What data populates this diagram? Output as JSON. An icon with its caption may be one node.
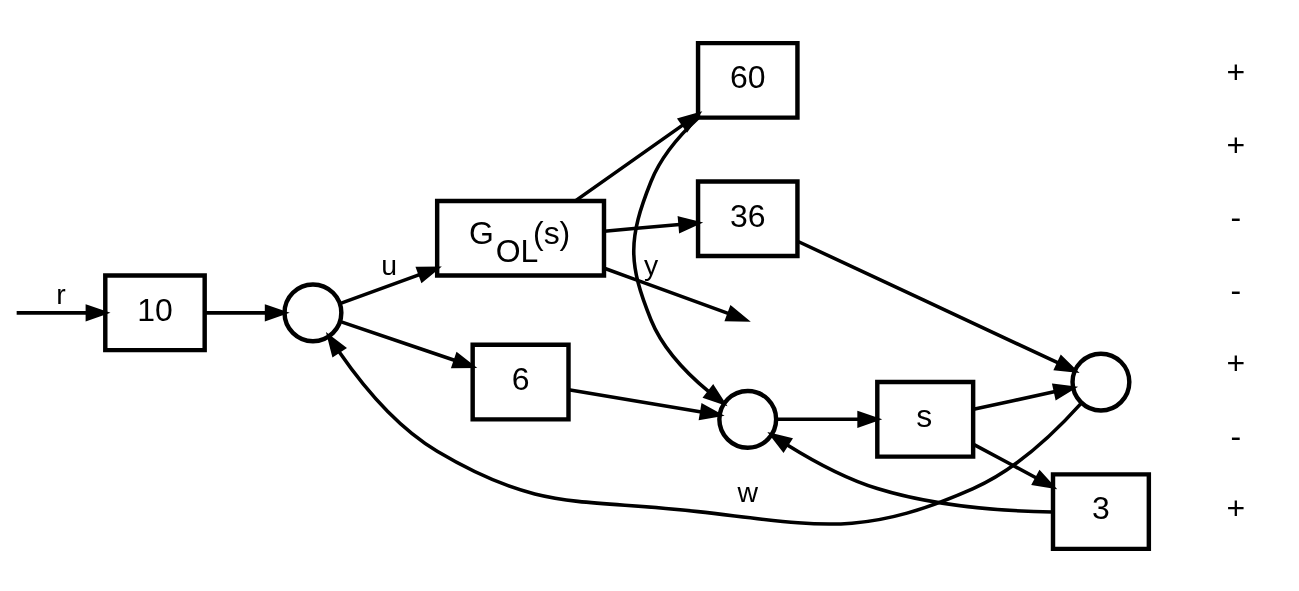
{
  "diagram": {
    "nodes": [
      {
        "text": [
          "10"
        ]
      },
      {
        "text": [],
        "shape": "circle"
      },
      {
        "text": [
          "G$_{OL}$(s)"
        ]
      },
      {
        "text": [
          "6"
        ]
      },
      {
        "text": [],
        "shape": "circle"
      },
      {
        "text": [
          "60"
        ]
      },
      {
        "text": [
          "s"
        ]
      },
      {
        "text": [
          "3"
        ]
      },
      {
        "text": [],
        "shape": "circle"
      },
      {
        "text": [
          "36"
        ]
      }
    ],
    "edges": [
      {
        "from": null,
        "to": 0,
        "arrow": "to",
        "label": "r"
      },
      {
        "from": 0,
        "to": 1,
        "arrow": "to"
      },
      {
        "from": 1,
        "to": 2,
        "arrow": "to",
        "label": "u"
      },
      {
        "from": 2,
        "to": null,
        "arrow": "to",
        "label": "y"
      },
      {
        "from": 1,
        "to": 3,
        "arrow": "to"
      },
      {
        "from": 3,
        "to": 4,
        "arrow": "to"
      },
      {
        "from": 2,
        "to": 5,
        "arrow": "to"
      },
      {
        "from": 5,
        "to": 4,
        "arrow": "to"
      },
      {
        "from": 4,
        "to": 6,
        "arrow": "to"
      },
      {
        "from": 6,
        "to": 7,
        "arrow": "to"
      },
      {
        "from": 6,
        "to": 8,
        "arrow": "to"
      },
      {
        "from": 7,
        "to": 4,
        "arrow": "to"
      },
      {
        "from": 2,
        "to": 9,
        "arrow": "to"
      },
      {
        "from": 9,
        "to": 8,
        "arrow": "to"
      },
      {
        "from": 8,
        "to": 1,
        "arrow": "to",
        "label": "w"
      }
    ],
    "labels": [
      "+",
      "-",
      "+",
      "-",
      "-",
      "+",
      "+"
    ]
  }
}
